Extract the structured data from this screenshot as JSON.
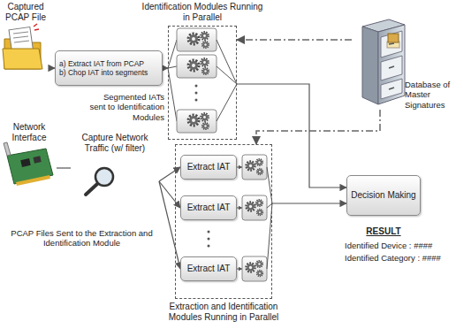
{
  "diagram": {
    "nodes": [
      {
        "text": [
          "Captured PCAP File"
        ]
      },
      {
        "text": [
          "a) Extract IAT from PCAP",
          "b) Chop IAT into segments"
        ]
      },
      {
        "text": [
          "Identification Modules Running in Parallel"
        ]
      },
      {
        "text": [
          "Database of Master Signatures"
        ]
      },
      {
        "text": [
          "Network Interface"
        ]
      },
      {
        "text": [
          "Capture Network Traffic (w/ filter)"
        ]
      },
      {
        "text": [
          "Extraction and Identification Modules Running in Parallel"
        ]
      },
      {
        "text": [
          "Extract IAT"
        ],
        "in": 6
      },
      {
        "text": [
          "Extract IAT"
        ],
        "in": 6
      },
      {
        "text": [
          "Extract IAT"
        ],
        "in": 6
      },
      {
        "text": [
          "Decision Making"
        ]
      }
    ],
    "edges": [
      {
        "from": 0,
        "to": 1,
        "arrow": "to"
      },
      {
        "from": 1,
        "to": 2,
        "arrow": "to"
      },
      {
        "from": 3,
        "to": 2,
        "arrow": "to"
      },
      {
        "from": 3,
        "to": 6,
        "arrow": "to"
      },
      {
        "from": 2,
        "to": 10,
        "arrow": "to"
      },
      {
        "from": 4,
        "to": 5,
        "arrow": "none"
      },
      {
        "from": 5,
        "to": 7,
        "arrow": "to"
      },
      {
        "from": 5,
        "to": 8,
        "arrow": "to"
      },
      {
        "from": 5,
        "to": 9,
        "arrow": "to"
      },
      {
        "from": 6,
        "to": 10,
        "arrow": "to"
      }
    ],
    "labels": [
      "Segmented IATs sent to Identification Modules",
      "PCAP Files Sent to the Extraction and Identification Module",
      "RESULT",
      "Identified Device : ####",
      "Identified Category : ####"
    ]
  }
}
